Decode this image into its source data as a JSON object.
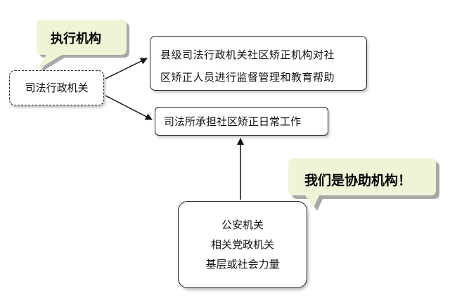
{
  "nodes": {
    "executing_agency_label": "执行机构",
    "judicial_admin_organ": "司法行政机关",
    "county_judicial": {
      "line1": "县级司法行政机关社区矫正机构对社",
      "line2": "区矫正人员进行监督管理和教育帮助"
    },
    "judicial_office": "司法所承担社区矫正日常工作",
    "assisting_label": "我们是协助机构！",
    "assisting_members": [
      "公安机关",
      "相关党政机关",
      "基层或社会力量"
    ]
  },
  "colors": {
    "callout_fill": "#eef4d6",
    "callout_shadow": "#a8a8a8",
    "arrow": "#111111",
    "border": "#222222"
  }
}
